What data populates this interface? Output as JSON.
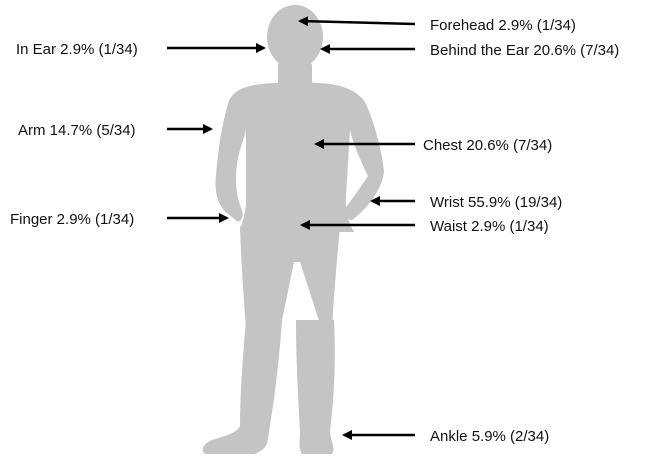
{
  "colors": {
    "silhouette": "#c4c4c4",
    "arrow": "#000000",
    "text": "#111111",
    "background": "#ffffff"
  },
  "labels": {
    "forehead": "Forehead 2.9% (1/34)",
    "in_ear": "In Ear 2.9% (1/34)",
    "behind_ear": "Behind the Ear 20.6% (7/34)",
    "arm": "Arm 14.7% (5/34)",
    "chest": "Chest 20.6% (7/34)",
    "wrist": "Wrist 55.9% (19/34)",
    "finger": "Finger 2.9% (1/34)",
    "waist": "Waist 2.9% (1/34)",
    "ankle": "Ankle 5.9% (2/34)"
  }
}
